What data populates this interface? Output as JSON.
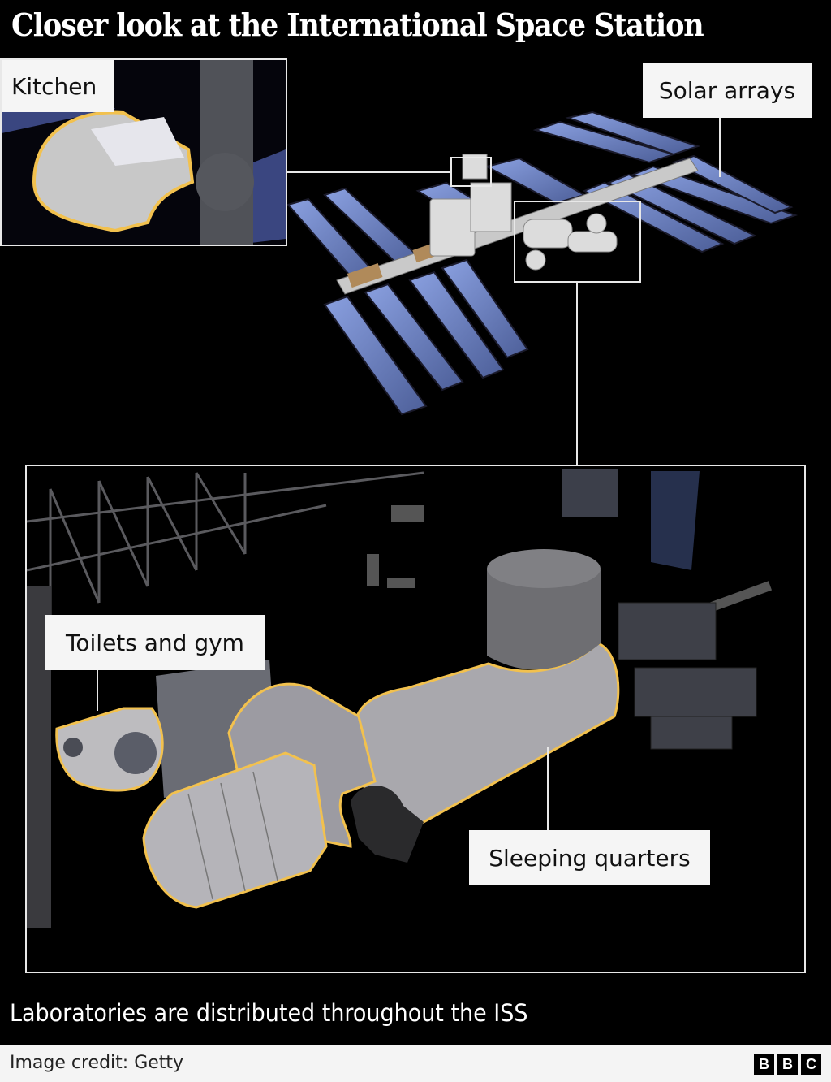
{
  "header": {
    "title": "Closer look at the International Space Station"
  },
  "labels": {
    "kitchen": "Kitchen",
    "solar_arrays": "Solar arrays",
    "toilets_gym": "Toilets and gym",
    "sleeping_quarters": "Sleeping quarters"
  },
  "caption": "Laboratories are distributed throughout the ISS",
  "footer": {
    "credit": "Image credit: Getty",
    "logo": [
      "B",
      "B",
      "C"
    ]
  },
  "colors": {
    "background": "#000000",
    "highlight_outline": "#f2c14e",
    "solar_panel": "#6f86c8",
    "module": "#9a9aa0",
    "frame": "#e8e8e8"
  }
}
